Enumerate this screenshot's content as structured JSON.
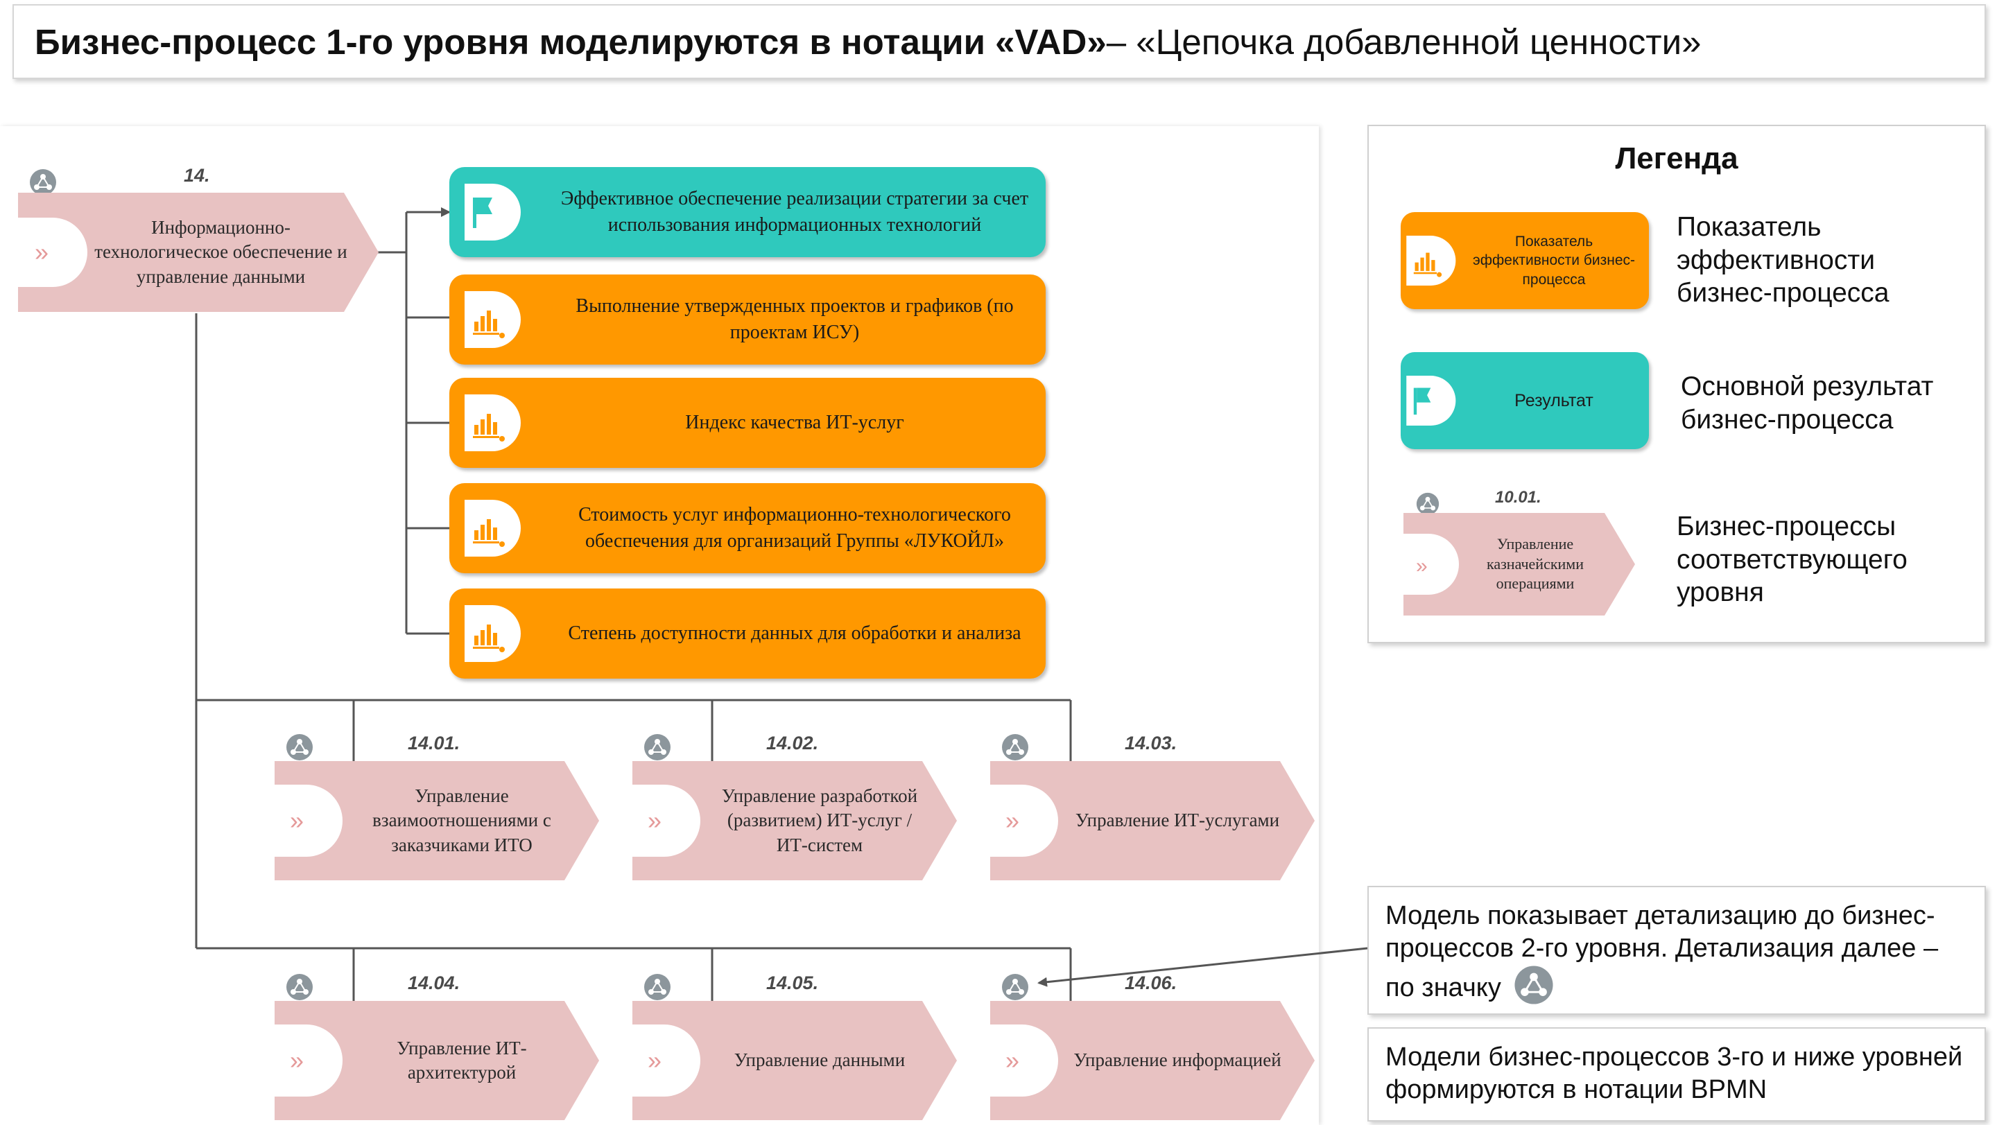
{
  "title": {
    "bold": "Бизнес-процесс 1-го уровня моделируются в нотации «VAD»",
    "normal": " – «Цепочка добавленной ценности»"
  },
  "main_process": {
    "number": "14.",
    "label": "Информационно-технологическое обеспечение и управление данными"
  },
  "outputs": [
    {
      "kind": "result",
      "text": "Эффективное обеспечение реализации стратегии за счет использования информационных технологий",
      "icon": "flag-icon"
    },
    {
      "kind": "kpi",
      "text": "Выполнение утвержденных проектов и графиков (по проектам ИСУ)",
      "icon": "bar-chart-icon"
    },
    {
      "kind": "kpi",
      "text": "Индекс качества ИТ-услуг",
      "icon": "bar-chart-icon"
    },
    {
      "kind": "kpi",
      "text": "Стоимость услуг информационно-технологического обеспечения для организаций Группы «ЛУКОЙЛ»",
      "icon": "bar-chart-icon"
    },
    {
      "kind": "kpi",
      "text": "Степень доступности данных для обработки и анализа",
      "icon": "bar-chart-icon"
    }
  ],
  "subprocesses": [
    {
      "number": "14.01.",
      "label": "Управление взаимоотношениями с заказчиками ИТО"
    },
    {
      "number": "14.02.",
      "label": "Управление разработкой (развитием) ИТ-услуг / ИТ-систем"
    },
    {
      "number": "14.03.",
      "label": "Управление ИТ-услугами"
    },
    {
      "number": "14.04.",
      "label": "Управление ИТ-архитектурой"
    },
    {
      "number": "14.05.",
      "label": "Управление данными"
    },
    {
      "number": "14.06.",
      "label": "Управление информацией"
    }
  ],
  "legend": {
    "title": "Легенда",
    "kpi_swatch": "Показатель эффективности бизнес-процесса",
    "kpi_desc": "Показатель эффективности бизнес-процесса",
    "result_swatch": "Результат",
    "result_desc": "Основной результат бизнес-процесса",
    "process_number": "10.01.",
    "process_swatch": "Управление казначейскими операциями",
    "process_desc": "Бизнес-процессы соответствующего уровня"
  },
  "notes": {
    "detail": "Модель показывает детализацию до бизнес-процессов 2-го уровня. Детализация далее – по значку",
    "bpmn": "Модели бизнес-процессов 3-го и ниже уровней формируются в нотации BPMN"
  },
  "colors": {
    "chevron": "#e8c2c2",
    "chevron_white": "#ffffff",
    "chevron_arrows": "#e59a9a",
    "kpi": "#ff9800",
    "result": "#2fc9bd",
    "connector": "#555555",
    "net_icon": "#8c969c"
  }
}
